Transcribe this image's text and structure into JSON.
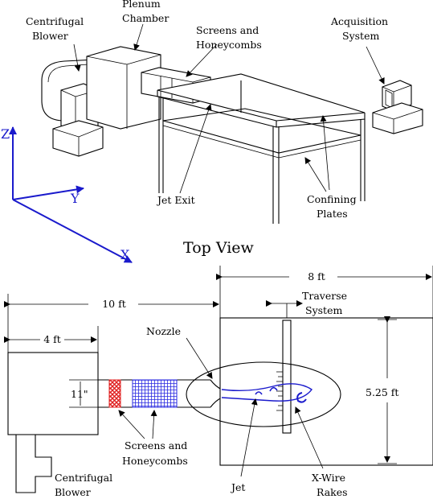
{
  "colors": {
    "axis": "#1a1acc",
    "screen": "#e02020",
    "honeycomb": "#2a2ae0",
    "jet_vortex": "#1a1acc"
  },
  "top_labels": {
    "centrifugal": "Centrifugal",
    "blower": "Blower",
    "plenum": "Plenum",
    "chamber": "Chamber",
    "screens_and": "Screens and",
    "honeycombs": "Honeycombs",
    "acquisition": "Acquisition",
    "system": "System",
    "jet_exit": "Jet Exit",
    "confining": "Confining",
    "plates": "Plates"
  },
  "axes": {
    "z": "Z",
    "y": "Y",
    "x": "X"
  },
  "top_view": {
    "title": "Top View",
    "dim_8ft": "8 ft",
    "dim_10ft": "10 ft",
    "dim_4ft": "4 ft",
    "dim_11in": "11\"",
    "dim_525ft": "5.25 ft",
    "traverse": "Traverse",
    "traverse_system": "System",
    "nozzle": "Nozzle",
    "screens_and": "Screens and",
    "honeycombs": "Honeycombs",
    "centrifugal": "Centrifugal",
    "blower": "Blower",
    "jet": "Jet",
    "xwire": "X-Wire",
    "rakes": "Rakes"
  }
}
